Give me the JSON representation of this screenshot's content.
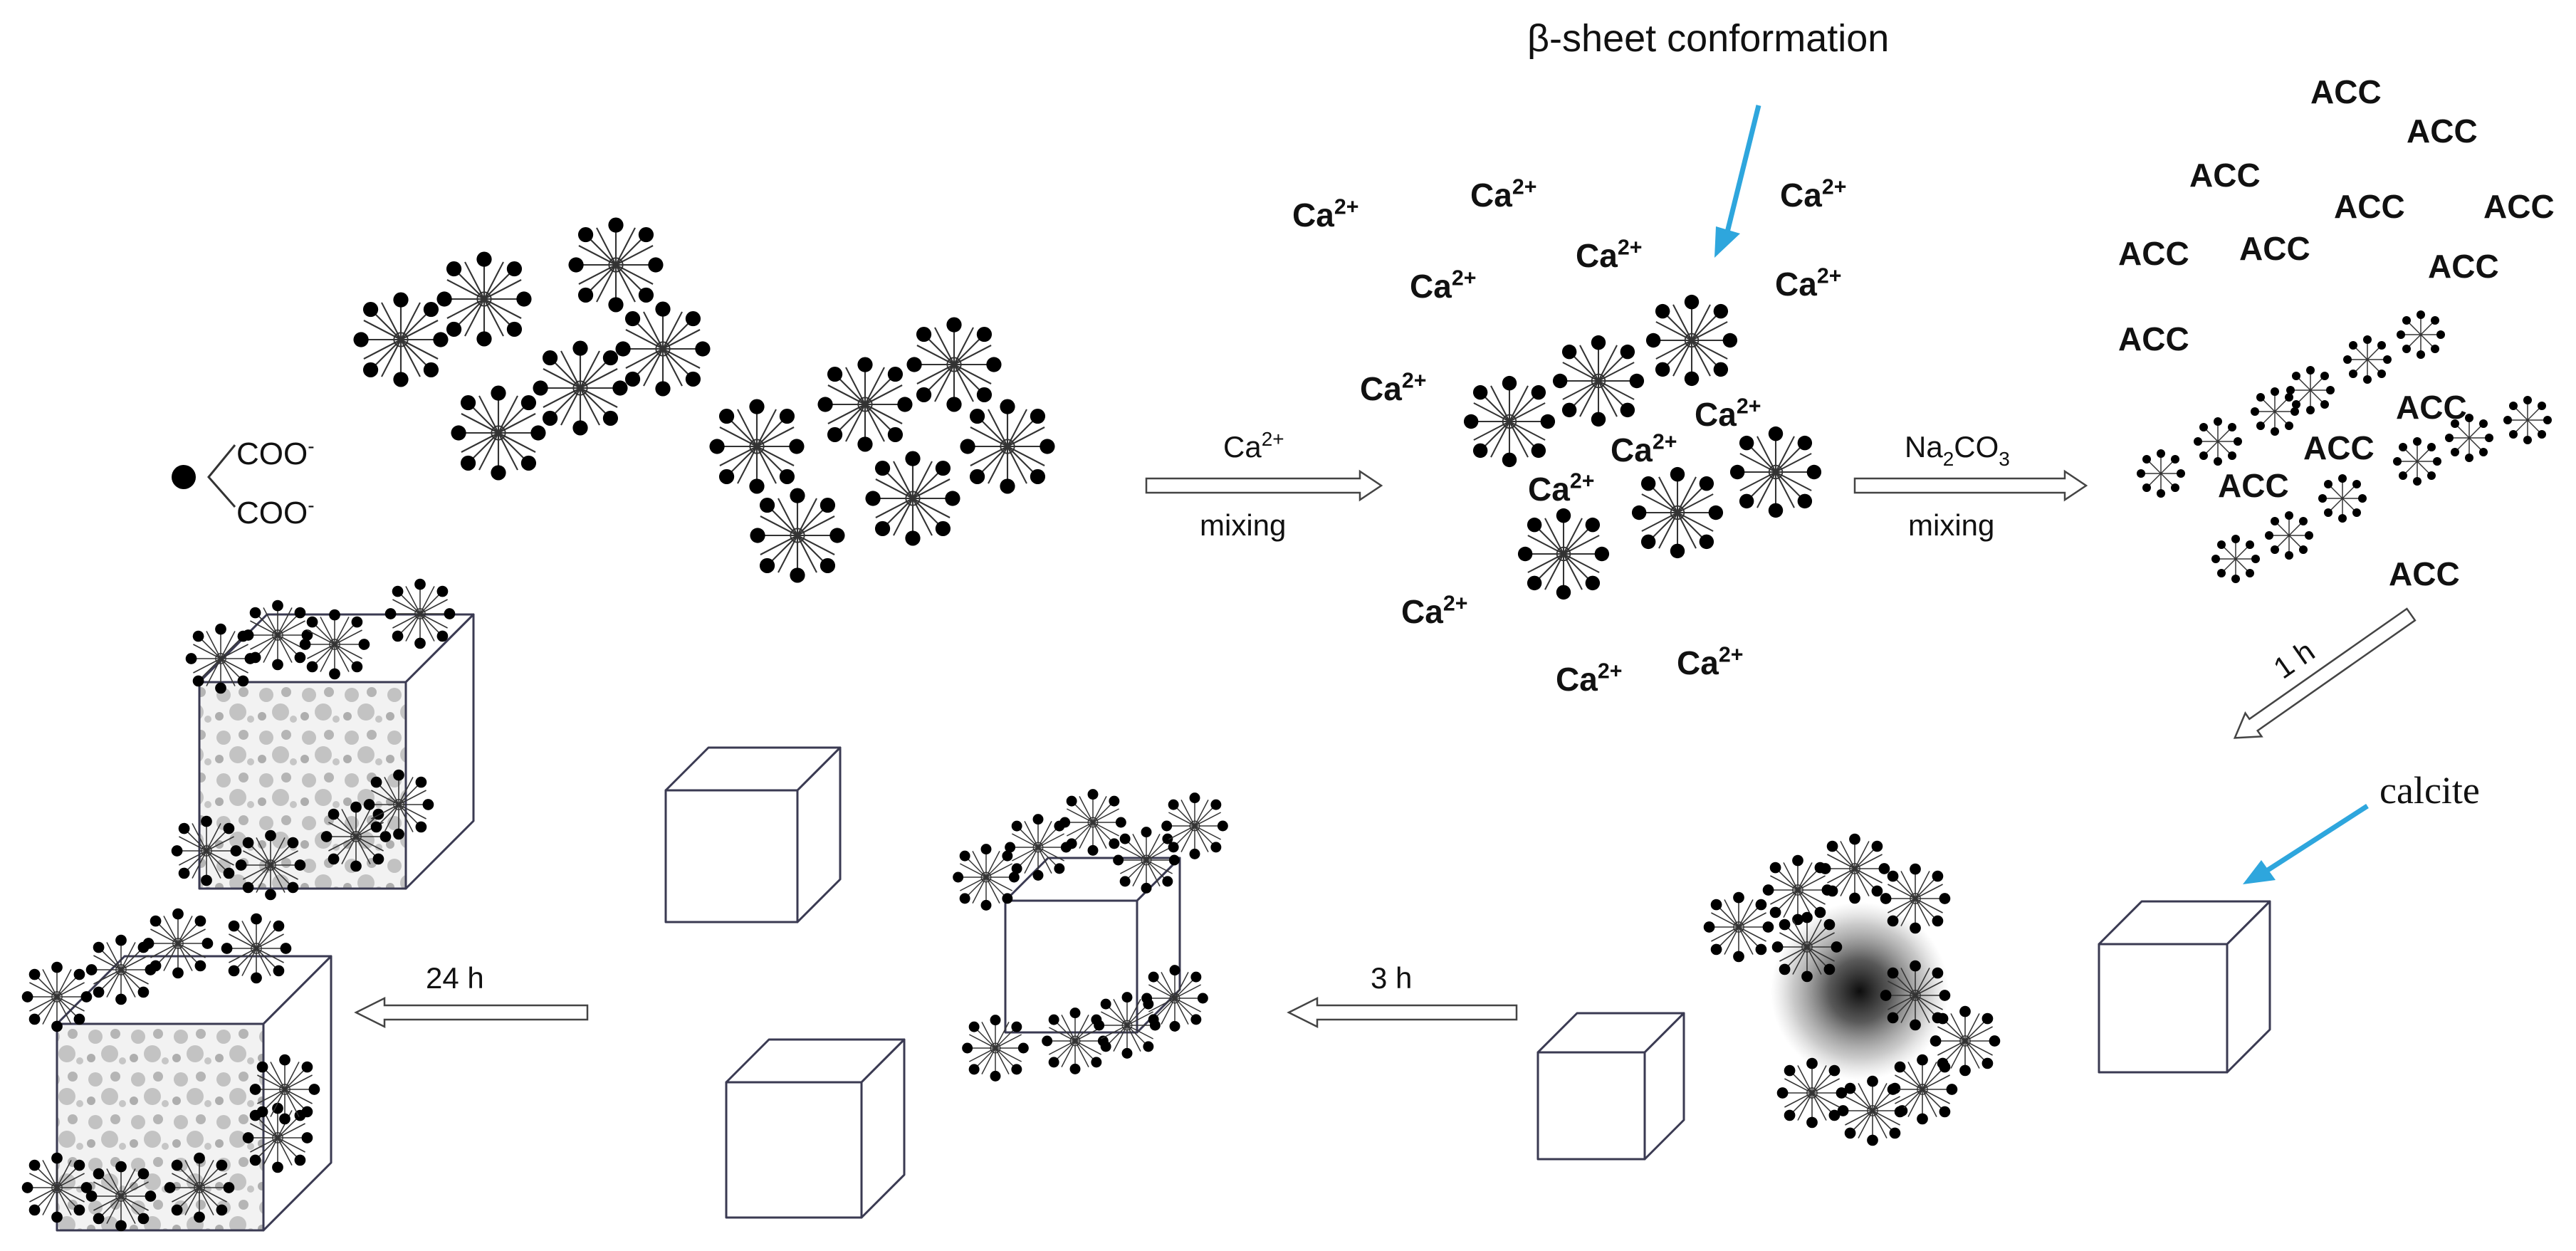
{
  "legend": {
    "carboxyl_top": "COO",
    "carboxyl_top_charge": "-",
    "carboxyl_bottom": "COO",
    "carboxyl_bottom_charge": "-"
  },
  "annotations": {
    "beta_sheet": "β-sheet conformation",
    "calcite": "calcite"
  },
  "ions": {
    "ca_base": "Ca",
    "ca_charge": "2+",
    "na2co3_na": "Na",
    "na2co3_sub2": "2",
    "na2co3_co": "CO",
    "na2co3_sub3": "3",
    "acc": "ACC"
  },
  "steps": {
    "step1_top_base": "Ca",
    "step1_top_charge": "2+",
    "step1_bottom": "mixing",
    "step2_bottom": "mixing",
    "step3": "1 h",
    "step4": "3 h",
    "step5": "24 h"
  },
  "colors": {
    "pointer_arrow": "#2ea6dd",
    "outline": "#3a3a52",
    "particle": "#000000"
  }
}
